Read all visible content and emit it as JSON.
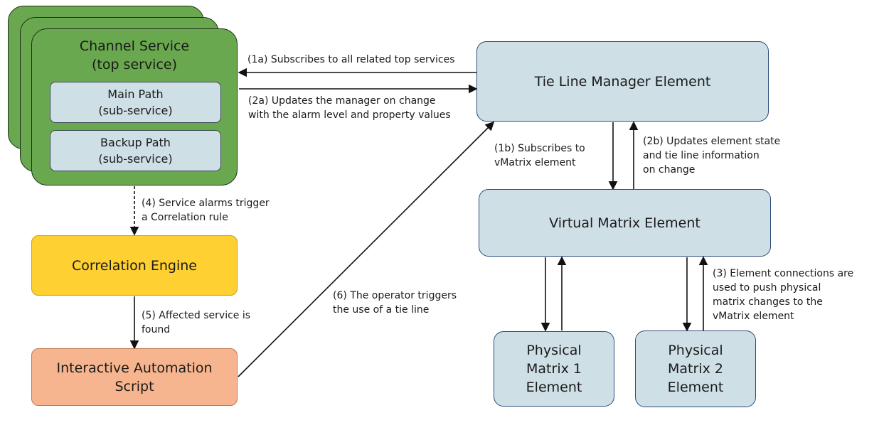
{
  "nodes": {
    "channel_service": "Channel Service\n(top service)",
    "main_path": "Main Path\n(sub-service)",
    "backup_path": "Backup Path\n(sub-service)",
    "tie_line_manager": "Tie Line Manager Element",
    "virtual_matrix": "Virtual Matrix Element",
    "correlation_engine": "Correlation Engine",
    "automation_script": "Interactive Automation\nScript",
    "physical_matrix_1": "Physical\nMatrix 1\nElement",
    "physical_matrix_2": "Physical\nMatrix 2\nElement"
  },
  "edges": {
    "e1a": "(1a) Subscribes to all related top services",
    "e2a": "(2a) Updates the manager on change\nwith the alarm level and property values",
    "e1b": "(1b) Subscribes to\n       vMatrix element",
    "e2b": "(2b) Updates element state\n       and tie line information\n       on change",
    "e3": "(3) Element connections are\n      used to push physical\n      matrix changes to the\n      vMatrix element",
    "e4": "(4) Service alarms trigger\n      a Correlation rule",
    "e5": "(5) Affected service is\n      found",
    "e6": "(6) The operator triggers\n      the use of a tie line"
  }
}
